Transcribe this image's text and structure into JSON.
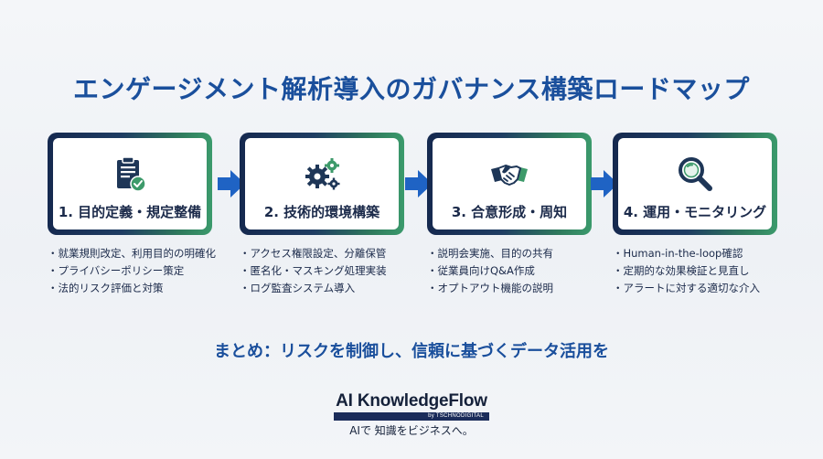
{
  "title": "エンゲージメント解析導入のガバナンス構築ロードマップ",
  "steps": [
    {
      "icon": "clipboard-check-icon",
      "label": "1. 目的定義・規定整備",
      "bullets": [
        "就業規則改定、利用目的の明確化",
        "プライバシーポリシー策定",
        "法的リスク評価と対策"
      ]
    },
    {
      "icon": "gears-icon",
      "label": "2. 技術的環境構築",
      "bullets": [
        "アクセス権限設定、分離保管",
        "匿名化・マスキング処理実装",
        "ログ監査システム導入"
      ]
    },
    {
      "icon": "handshake-icon",
      "label": "3. 合意形成・周知",
      "bullets": [
        "説明会実施、目的の共有",
        "従業員向けQ&A作成",
        "オプトアウト機能の説明"
      ]
    },
    {
      "icon": "magnifier-icon",
      "label": "4. 運用・モニタリング",
      "bullets": [
        "Human-in-the-loop確認",
        "定期的な効果検証と見直し",
        "アラートに対する適切な介入"
      ]
    }
  ],
  "summary": "まとめ：リスクを制御し、信頼に基づくデータ活用を",
  "logo": {
    "name": "AI KnowledgeFlow",
    "byline": "by TSCHNODIGITAL",
    "tagline": "AIで 知識をビジネスへ。"
  },
  "colors": {
    "title": "#1a4f9c",
    "arrow": "#1f63c4",
    "card_border_start": "#15294f",
    "card_border_end": "#3b9a6c",
    "icon_dark": "#1e3657",
    "icon_green": "#3d9a6a"
  }
}
